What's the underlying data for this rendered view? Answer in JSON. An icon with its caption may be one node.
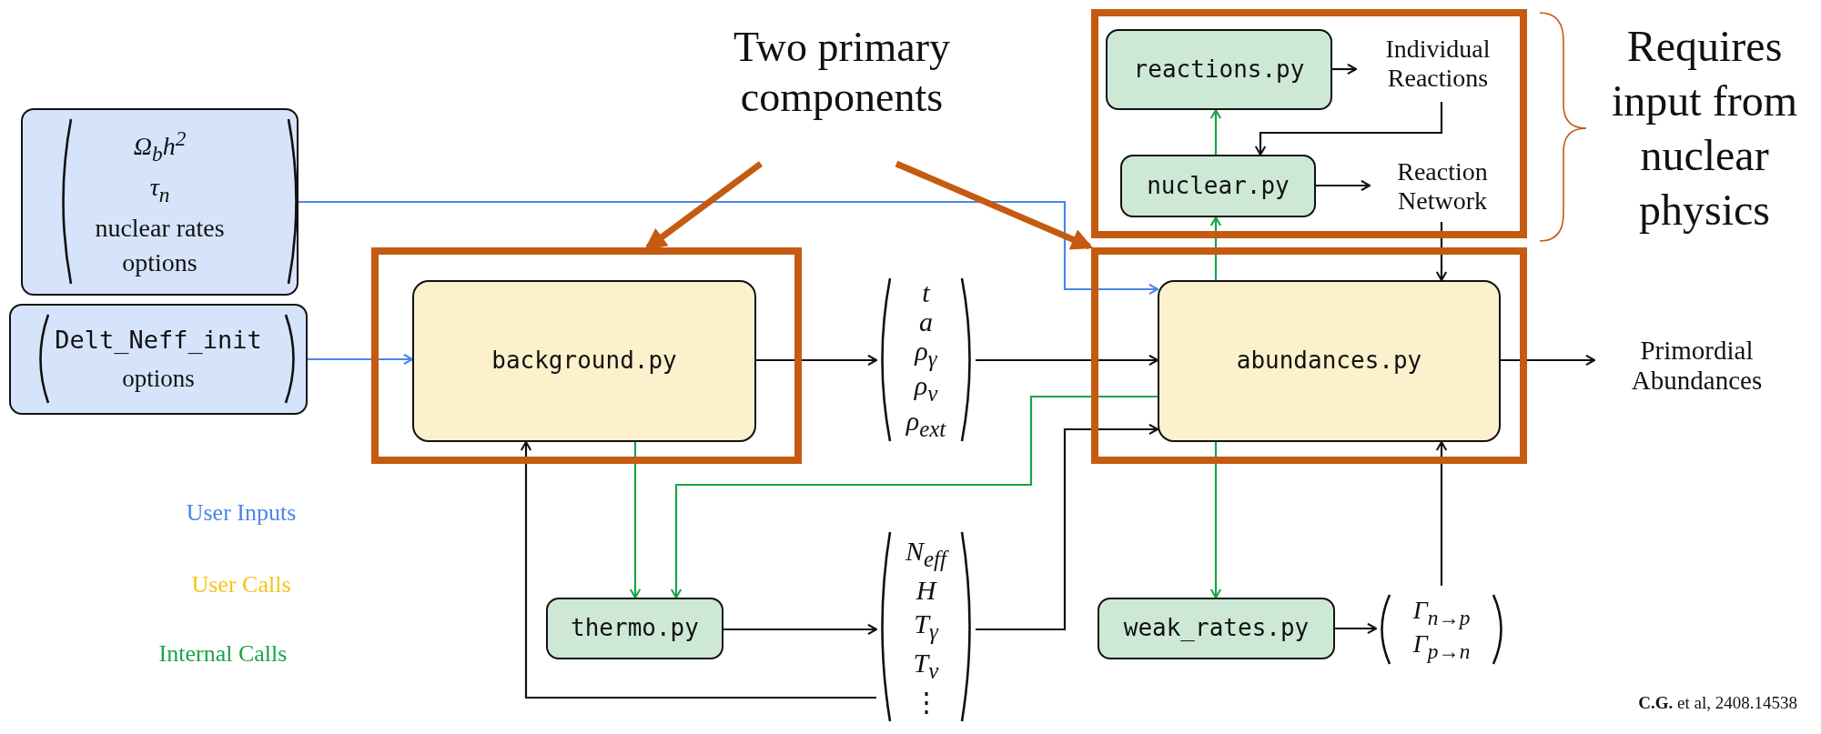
{
  "diagram": {
    "nodes": [
      {
        "text": [
          "Ω$_{b}$h$^{2}$",
          "τ$_{n}$",
          "nuclear rates",
          "options"
        ]
      },
      {
        "text": [
          "Delt_Neff_init",
          "options"
        ]
      },
      {
        "text": [],
        "shape": "box"
      },
      {
        "text": [
          "background.py"
        ],
        "in": 2
      },
      {
        "text": [
          "t",
          "a",
          "ρ$_{γ}$",
          "ρ$_{ν}$",
          "ρ$_{ext}$"
        ]
      },
      {
        "text": [],
        "shape": "box",
        "beside": [
          "Requires input from nuclear physics"
        ]
      },
      {
        "text": [
          "reactions.py"
        ],
        "in": 5
      },
      {
        "text": [
          "Individual Reactions"
        ],
        "in": 5
      },
      {
        "text": [
          "nuclear.py"
        ],
        "in": 5
      },
      {
        "text": [
          "Reaction Network"
        ],
        "in": 5
      },
      {
        "text": [],
        "shape": "box"
      },
      {
        "text": [
          "abundances.py"
        ],
        "in": 10
      },
      {
        "text": [
          "Primordial Abundances"
        ]
      },
      {
        "text": [
          "thermo.py"
        ]
      },
      {
        "text": [
          "N$_{eff}$",
          "H",
          "T$_{γ}$",
          "T$_{ν}$",
          "⋮"
        ]
      },
      {
        "text": [
          "weak_rates.py"
        ]
      },
      {
        "text": [
          "Γ$_{n→p}$",
          "Γ$_{p→n}$"
        ]
      },
      {
        "text": [
          "Two primary components"
        ]
      }
    ],
    "edges": [
      {
        "from": 1,
        "to": 3,
        "arrow": "to",
        "color": "#4a86e8"
      },
      {
        "from": 0,
        "to": 11,
        "arrow": "to",
        "color": "#4a86e8"
      },
      {
        "from": 3,
        "to": 4,
        "arrow": "to"
      },
      {
        "from": 4,
        "to": 11,
        "arrow": "to"
      },
      {
        "from": 3,
        "to": 13,
        "arrow": "to",
        "color": "#1ba345"
      },
      {
        "from": 11,
        "to": 13,
        "arrow": "to",
        "color": "#1ba345"
      },
      {
        "from": 13,
        "to": 14,
        "arrow": "to"
      },
      {
        "from": 14,
        "to": 11,
        "arrow": "to"
      },
      {
        "from": 14,
        "to": 3,
        "arrow": "to"
      },
      {
        "from": 11,
        "to": 12,
        "arrow": "to"
      },
      {
        "from": 11,
        "to": 15,
        "arrow": "to",
        "color": "#1ba345"
      },
      {
        "from": 15,
        "to": 16,
        "arrow": "to"
      },
      {
        "from": 16,
        "to": 11,
        "arrow": "to"
      },
      {
        "from": 11,
        "to": 8,
        "arrow": "to",
        "color": "#1ba345"
      },
      {
        "from": 8,
        "to": 6,
        "arrow": "to",
        "color": "#1ba345"
      },
      {
        "from": 6,
        "to": 7,
        "arrow": "to"
      },
      {
        "from": 7,
        "to": 8,
        "arrow": "to"
      },
      {
        "from": 8,
        "to": 9,
        "arrow": "to"
      },
      {
        "from": 9,
        "to": 11,
        "arrow": "to"
      },
      {
        "from": 17,
        "to": 2,
        "arrow": "to",
        "style": "thick",
        "color": "#c55a11"
      },
      {
        "from": 17,
        "to": 10,
        "arrow": "to",
        "style": "thick",
        "color": "#c55a11"
      }
    ],
    "labels": [
      "**C.G.** et al, 2408.14538"
    ],
    "legend": [
      {
        "text": "User Inputs",
        "color": "#4a86e8"
      },
      {
        "text": "User Calls",
        "color": "#f5c518"
      },
      {
        "text": "Internal Calls",
        "color": "#1ba345"
      }
    ]
  }
}
